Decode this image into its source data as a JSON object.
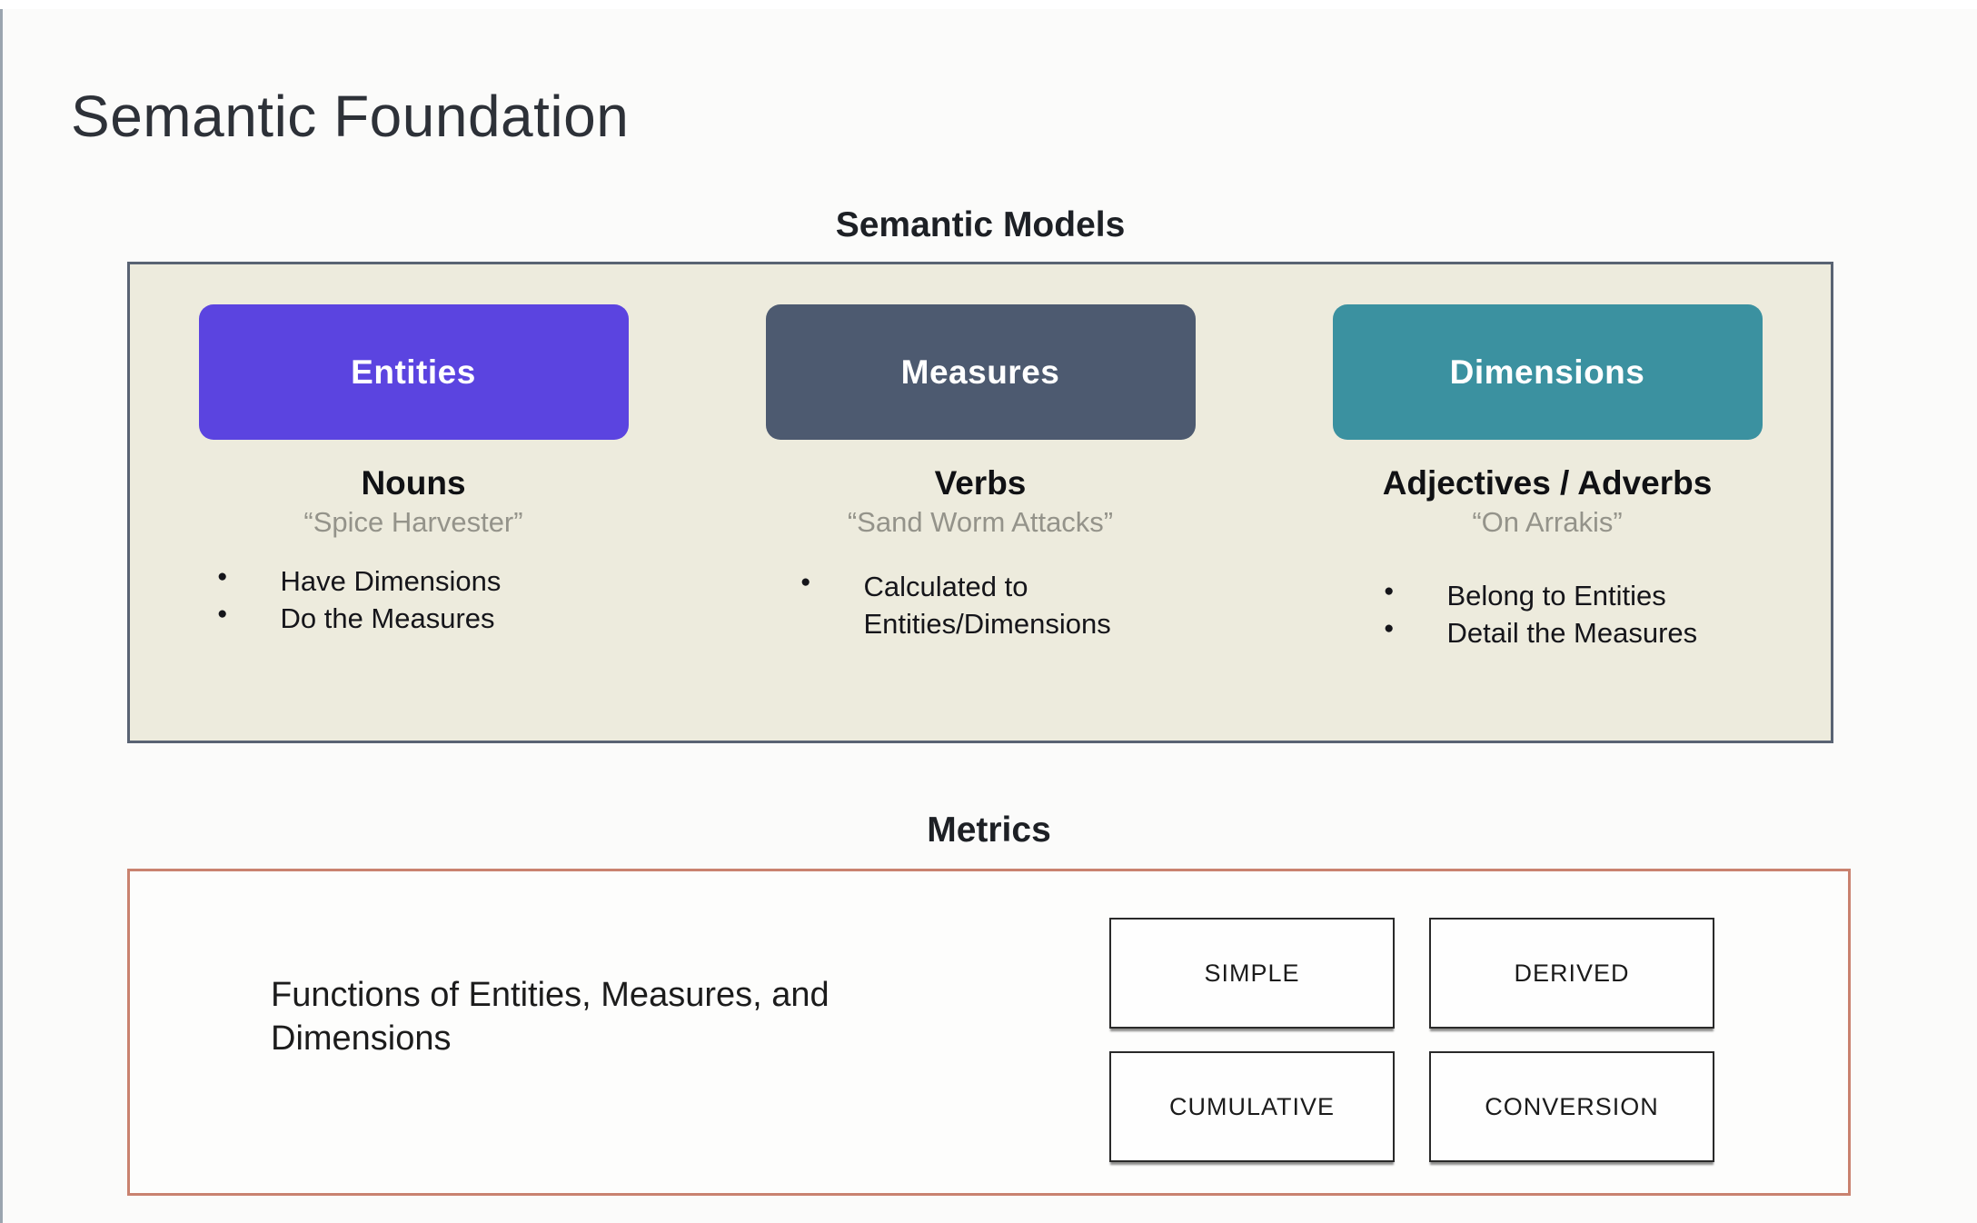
{
  "page": {
    "title": "Semantic Foundation"
  },
  "semantic_models": {
    "heading": "Semantic Models",
    "panel_bg": "#edebdd",
    "panel_border": "#596373",
    "columns": [
      {
        "button": "Entities",
        "button_color": "#5b44e0",
        "role": "Nouns",
        "quote": "“Spice Harvester”",
        "bullets": [
          "Have Dimensions",
          "Do the Measures"
        ]
      },
      {
        "button": "Measures",
        "button_color": "#4d5a70",
        "role": "Verbs",
        "quote": "“Sand Worm Attacks”",
        "bullets": [
          "Calculated to Entities/Dimensions"
        ]
      },
      {
        "button": "Dimensions",
        "button_color": "#3b91a0",
        "role": "Adjectives / Adverbs",
        "quote": "“On Arrakis”",
        "bullets": [
          "Belong to Entities",
          "Detail the Measures"
        ]
      }
    ]
  },
  "metrics": {
    "heading": "Metrics",
    "border_color": "#c9826f",
    "description": "Functions of Entities, Measures, and Dimensions",
    "types": [
      "SIMPLE",
      "DERIVED",
      "CUMULATIVE",
      "CONVERSION"
    ]
  }
}
